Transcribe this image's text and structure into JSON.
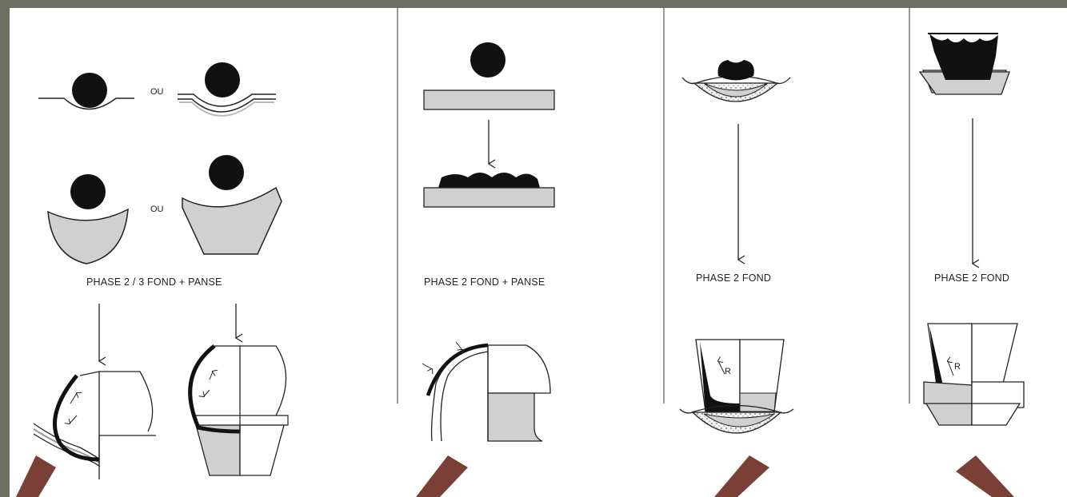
{
  "panels": [
    {
      "id": "panel-1",
      "phase_label": "PHASE 2 / 3  FOND + PANSE",
      "alt_labels": [
        "OU",
        "OU"
      ]
    },
    {
      "id": "panel-2",
      "phase_label": "PHASE 2  FOND + PANSE"
    },
    {
      "id": "panel-3",
      "phase_label": "PHASE 2  FOND",
      "force_label": "R"
    },
    {
      "id": "panel-4",
      "phase_label": "PHASE 2  FOND",
      "force_label": "R"
    }
  ],
  "colors": {
    "background": "#6e6e62",
    "paper": "#ffffff",
    "ink": "#111111",
    "mold_fill": "#d0d0d0",
    "pointer": "#7a4036"
  }
}
